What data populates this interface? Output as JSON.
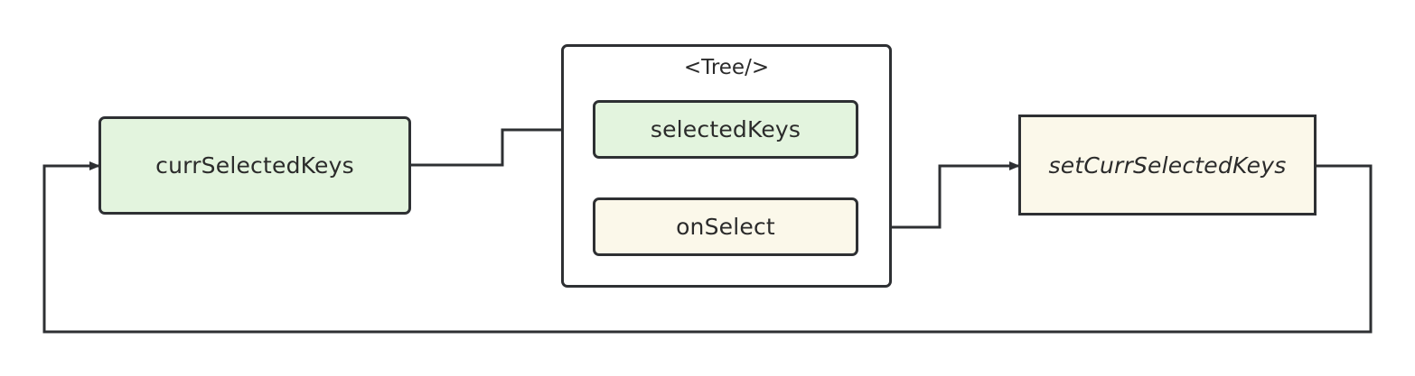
{
  "diagram": {
    "container": {
      "title": "<Tree/>"
    },
    "nodes": {
      "curr_selected_keys": "currSelectedKeys",
      "selected_keys": "selectedKeys",
      "on_select": "onSelect",
      "set_curr_selected_keys": "setCurrSelectedKeys"
    },
    "colors": {
      "stroke": "#2e3033",
      "state_fill": "#e3f4de",
      "handler_fill": "#fbf8ea"
    }
  }
}
